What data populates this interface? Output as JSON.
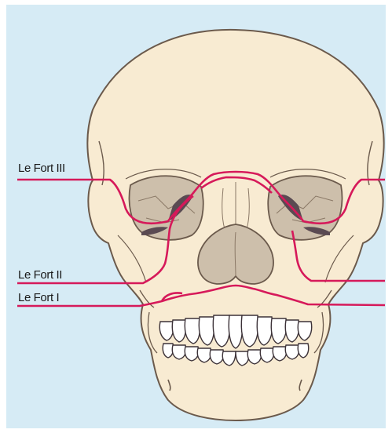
{
  "labels": {
    "le_fort_3": "Le Fort III",
    "le_fort_2": "Le Fort II",
    "le_fort_1": "Le Fort I"
  },
  "colors": {
    "background": "#d6ebf5",
    "bone": "#f8ebd2",
    "bone_outline": "#6b5a4c",
    "cavity": "#cdbfab",
    "fracture_line": "#d6195a"
  }
}
